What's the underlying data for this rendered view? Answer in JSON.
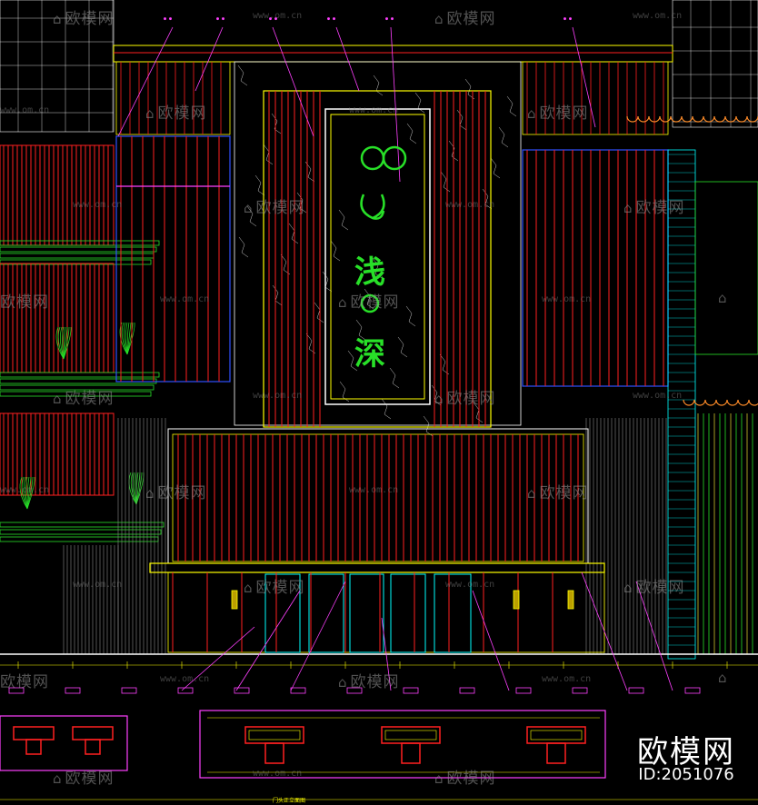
{
  "drawing": {
    "sign_text": [
      "浅",
      "深"
    ],
    "title_label": "门头正立面图"
  },
  "watermarks": {
    "text": "欧模网",
    "url": "www.om.cn"
  },
  "brand": {
    "name": "欧模网",
    "id_label": "ID:2051076"
  },
  "colors": {
    "background": "#000000",
    "red": "#ff2020",
    "yellow": "#ffff00",
    "magenta": "#ff40ff",
    "green": "#28e028",
    "cyan": "#00ffff",
    "blue": "#3050ff",
    "white": "#ffffff"
  }
}
